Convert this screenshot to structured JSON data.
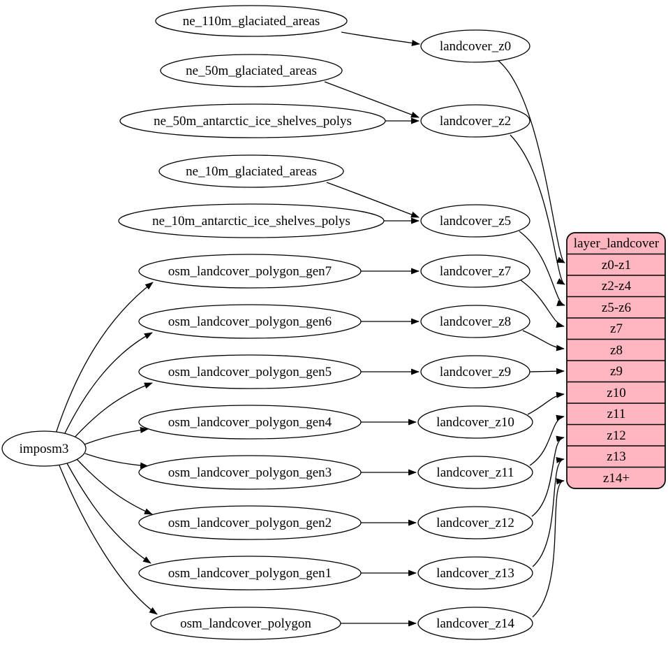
{
  "diagram": {
    "importer": {
      "label": "imposm3"
    },
    "sources": [
      {
        "label": "ne_110m_glaciated_areas"
      },
      {
        "label": "ne_50m_glaciated_areas"
      },
      {
        "label": "ne_50m_antarctic_ice_shelves_polys"
      },
      {
        "label": "ne_10m_glaciated_areas"
      },
      {
        "label": "ne_10m_antarctic_ice_shelves_polys"
      },
      {
        "label": "osm_landcover_polygon_gen7"
      },
      {
        "label": "osm_landcover_polygon_gen6"
      },
      {
        "label": "osm_landcover_polygon_gen5"
      },
      {
        "label": "osm_landcover_polygon_gen4"
      },
      {
        "label": "osm_landcover_polygon_gen3"
      },
      {
        "label": "osm_landcover_polygon_gen2"
      },
      {
        "label": "osm_landcover_polygon_gen1"
      },
      {
        "label": "osm_landcover_polygon"
      }
    ],
    "intermediates": [
      {
        "label": "landcover_z0"
      },
      {
        "label": "landcover_z2"
      },
      {
        "label": "landcover_z5"
      },
      {
        "label": "landcover_z7"
      },
      {
        "label": "landcover_z8"
      },
      {
        "label": "landcover_z9"
      },
      {
        "label": "landcover_z10"
      },
      {
        "label": "landcover_z11"
      },
      {
        "label": "landcover_z12"
      },
      {
        "label": "landcover_z13"
      },
      {
        "label": "landcover_z14"
      }
    ],
    "table": {
      "title": "layer_landcover",
      "rows": [
        "z0-z1",
        "z2-z4",
        "z5-z6",
        "z7",
        "z8",
        "z9",
        "z10",
        "z11",
        "z12",
        "z13",
        "z14+"
      ]
    },
    "edges": [
      "ne_110m_glaciated_areas -> landcover_z0",
      "ne_50m_glaciated_areas -> landcover_z2",
      "ne_50m_antarctic_ice_shelves_polys -> landcover_z2",
      "ne_10m_glaciated_areas -> landcover_z5",
      "ne_10m_antarctic_ice_shelves_polys -> landcover_z5",
      "osm_landcover_polygon_gen7 -> landcover_z7",
      "osm_landcover_polygon_gen6 -> landcover_z8",
      "osm_landcover_polygon_gen5 -> landcover_z9",
      "osm_landcover_polygon_gen4 -> landcover_z10",
      "osm_landcover_polygon_gen3 -> landcover_z11",
      "osm_landcover_polygon_gen2 -> landcover_z12",
      "osm_landcover_polygon_gen1 -> landcover_z13",
      "osm_landcover_polygon -> landcover_z14",
      "imposm3 -> osm_landcover_polygon_gen7",
      "imposm3 -> osm_landcover_polygon_gen6",
      "imposm3 -> osm_landcover_polygon_gen5",
      "imposm3 -> osm_landcover_polygon_gen4",
      "imposm3 -> osm_landcover_polygon_gen3",
      "imposm3 -> osm_landcover_polygon_gen2",
      "imposm3 -> osm_landcover_polygon_gen1",
      "imposm3 -> osm_landcover_polygon",
      "landcover_z0 -> layer_landcover:z0-z1",
      "landcover_z2 -> layer_landcover:z2-z4",
      "landcover_z5 -> layer_landcover:z5-z6",
      "landcover_z7 -> layer_landcover:z7",
      "landcover_z8 -> layer_landcover:z8",
      "landcover_z9 -> layer_landcover:z9",
      "landcover_z10 -> layer_landcover:z10",
      "landcover_z11 -> layer_landcover:z11",
      "landcover_z12 -> layer_landcover:z12",
      "landcover_z13 -> layer_landcover:z13",
      "landcover_z14 -> layer_landcover:z14+"
    ],
    "colors": {
      "table_fill": "#ffb6c1",
      "node_fill": "#ffffff",
      "edge_stroke": "#000000",
      "background": "#ffffff"
    }
  }
}
